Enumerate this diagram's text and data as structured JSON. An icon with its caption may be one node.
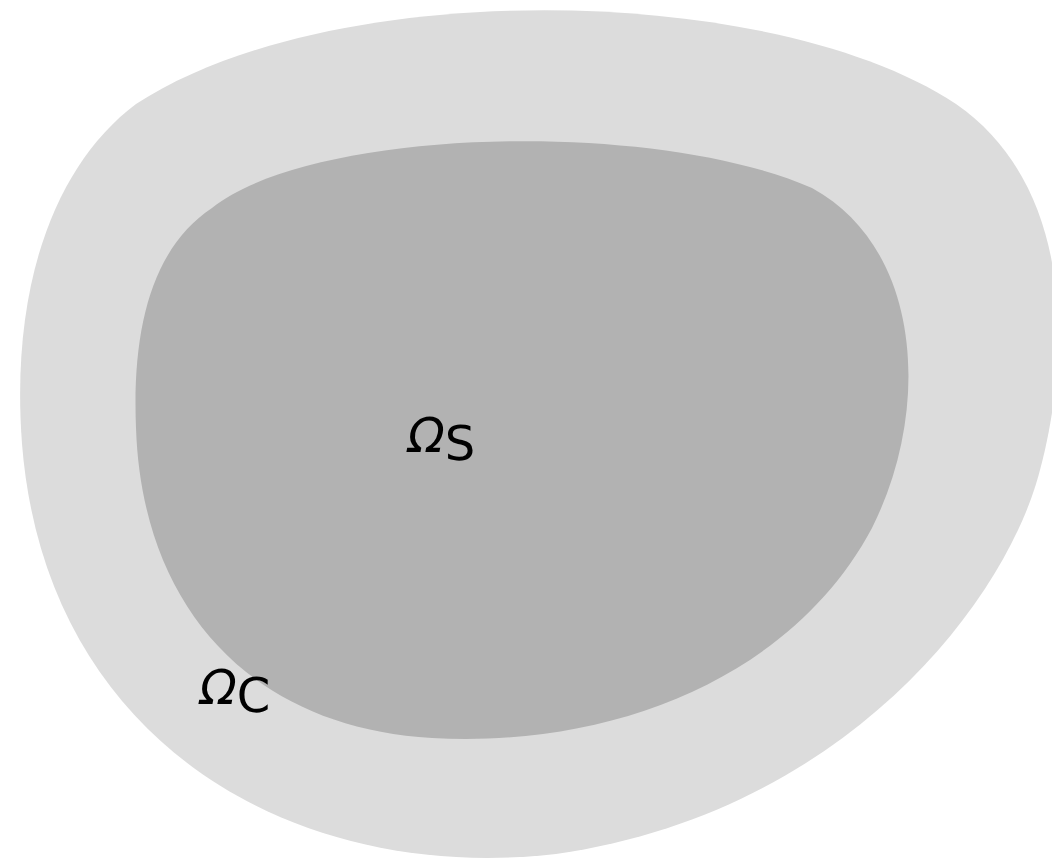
{
  "diagram": {
    "nodes": [
      {
        "text": [
          "*Ω*$_{C}$"
        ]
      },
      {
        "text": [
          "*Ω*$_{S}$"
        ],
        "in": 0
      }
    ]
  }
}
